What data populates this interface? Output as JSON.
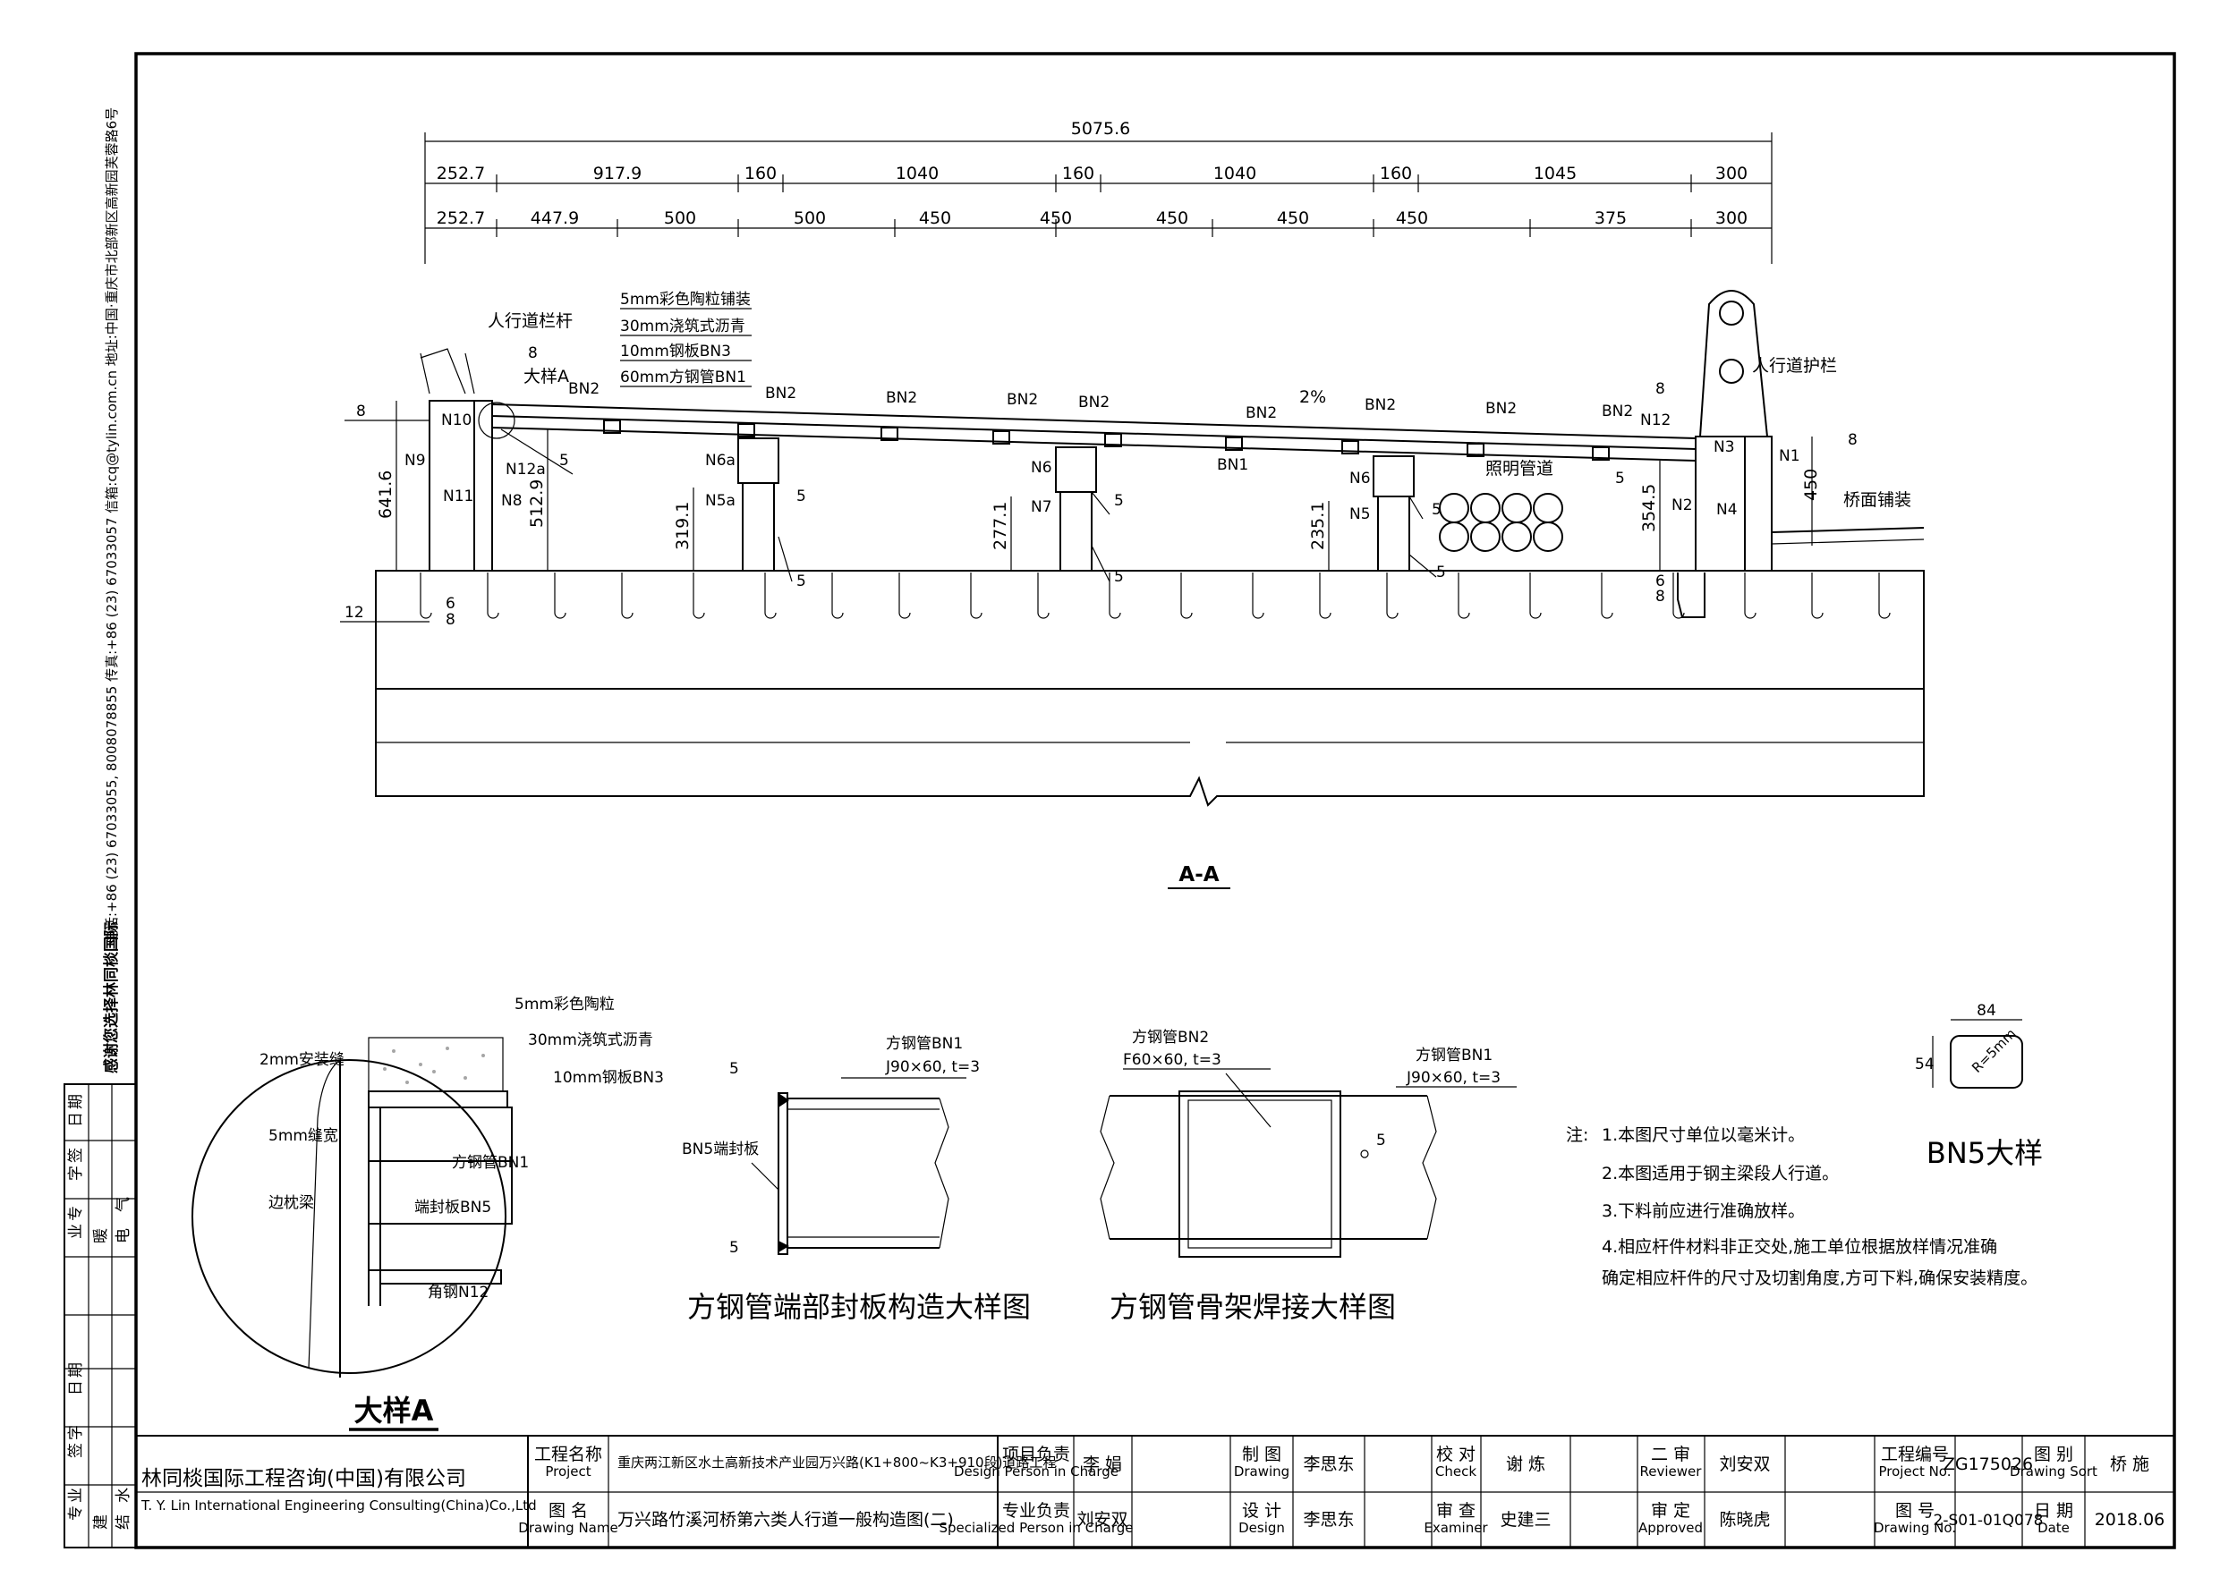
{
  "side_strip": {
    "company": "感谢您选择林同棪国际",
    "contact": "电话:+86 (23) 67033055, 8008078855 传真:+86 (23) 67033057 信箱:cq@tylin.com.cn  地址:中国·重庆市北部新区高新园芙蓉路6号"
  },
  "signoff_left": {
    "rows": [
      [
        "专",
        "业",
        "签",
        "字",
        "日",
        "期"
      ],
      [
        "专",
        "业",
        "签",
        "字",
        "日",
        "期"
      ]
    ],
    "disciplines": [
      "建",
      "结",
      "水",
      "暖",
      "电",
      "气"
    ],
    "col_labels": [
      "专业",
      "签",
      "字",
      "日期"
    ]
  },
  "section_a": {
    "title": "A-A",
    "dims_top": {
      "total": "5075.6",
      "row1": [
        "252.7",
        "917.9",
        "160",
        "1040",
        "160",
        "1040",
        "160",
        "1045",
        "300"
      ],
      "row2": [
        "252.7",
        "447.9",
        "500",
        "500",
        "450",
        "450",
        "450",
        "450",
        "450",
        "375",
        "300"
      ]
    },
    "layers": [
      "5mm彩色陶粒铺装",
      "30mm浇筑式沥青",
      "10mm钢板BN3",
      "60mm方钢管BN1"
    ],
    "labels": {
      "railing": "人行道栏杆",
      "detail_a": "大样A",
      "guardrail": "人行道护栏",
      "deck": "桥面铺装",
      "lighting": "照明管道",
      "slope": "2%",
      "bn2": "BN2",
      "bn1": "BN1",
      "n1": "N1",
      "n2": "N2",
      "n3": "N3",
      "n4": "N4",
      "n5": "N5",
      "n5a": "N5a",
      "n6": "N6",
      "n6a": "N6a",
      "n7": "N7",
      "n8": "N8",
      "n9": "N9",
      "n10": "N10",
      "n11": "N11",
      "n12": "N12",
      "n12a": "N12a"
    },
    "dims_side": {
      "left_h": "641.6",
      "left_h2": "512.9",
      "h1": "319.1",
      "h2": "277.1",
      "h3": "235.1",
      "right_h": "354.5",
      "right_h2": "450",
      "w8": "8",
      "w12": "12",
      "w6": "6",
      "w5": "5"
    }
  },
  "detail_a": {
    "title": "大样A",
    "labels": [
      "5mm彩色陶粒",
      "30mm浇筑式沥青",
      "10mm钢板BN3",
      "2mm安装缝",
      "5mm缝宽",
      "方钢管BN1",
      "边枕梁",
      "端封板BN5",
      "角钢N12"
    ]
  },
  "detail_end": {
    "title": "方钢管端部封板构造大样图",
    "tube": "方钢管BN1",
    "spec": "J90×60, t=3",
    "plate": "BN5端封板",
    "weld": "5"
  },
  "detail_weld": {
    "title": "方钢管骨架焊接大样图",
    "tube2": "方钢管BN2",
    "spec2": "F60×60, t=3",
    "tube1": "方钢管BN1",
    "spec1": "J90×60, t=3",
    "weld": "5"
  },
  "bn5": {
    "title": "BN5大样",
    "w": "84",
    "h": "54",
    "r": "R=5mm"
  },
  "notes": {
    "head": "注:",
    "items": [
      "1.本图尺寸单位以毫米计。",
      "2.本图适用于钢主梁段人行道。",
      "3.下料前应进行准确放样。",
      "4.相应杆件材料非正交处,施工单位根据放样情况准确",
      "确定相应杆件的尺寸及切割角度,方可下料,确保安装精度。"
    ]
  },
  "title_block": {
    "company_cn": "林同棪国际工程咨询(中国)有限公司",
    "company_en": "T. Y. Lin International Engineering Consulting(China)Co.,Ltd",
    "project_label": "工程名称",
    "project_label_en": "Project",
    "project": "重庆两江新区水土高新技术产业园万兴路(K1+800~K3+910段)道路工程",
    "drawing_label": "图  名",
    "drawing_label_en": "Drawing Name",
    "drawing": "万兴路竹溪河桥第六类人行道一般构造图(二)",
    "proj_lead_label": "项目负责",
    "proj_lead_en": "Design Person in Charge",
    "proj_lead": "李  娟",
    "spec_lead_label": "专业负责",
    "spec_lead_en": "Specialized Person in Charge",
    "spec_lead": "刘安双",
    "drawn_label": "制  图",
    "drawn_en": "Drawing",
    "drawn": "李思东",
    "design_label": "设  计",
    "design_en": "Design",
    "design": "李思东",
    "check_label": "校  对",
    "check_en": "Check",
    "check": "谢  炼",
    "exam_label": "审  查",
    "exam_en": "Examiner",
    "exam": "史建三",
    "review_label": "二  审",
    "review_en": "Reviewer",
    "review": "刘安双",
    "approve_label": "审  定",
    "approve_en": "Approved",
    "approve": "陈晓虎",
    "projno_label": "工程编号",
    "projno_en": "Project No.",
    "projno": "ZG175026",
    "sort_label": "图  别",
    "sort_en": "Drawing Sort",
    "sort": "桥  施",
    "dwgno_label": "图  号",
    "dwgno_en": "Drawing No.",
    "dwgno": "2-S01-01Q078",
    "date_label": "日  期",
    "date_en": "Date",
    "date": "2018.06"
  }
}
